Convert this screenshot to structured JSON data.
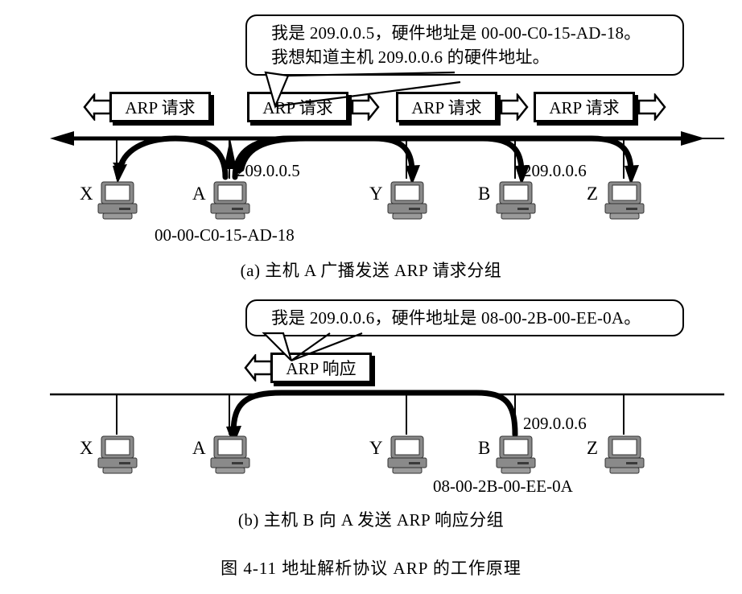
{
  "figure": {
    "title": "图 4-11    地址解析协议 ARP 的工作原理"
  },
  "panel_a": {
    "caption": "(a) 主机 A 广播发送 ARP 请求分组",
    "bubble": {
      "line1": "我是 209.0.0.5，硬件地址是 00-00-C0-15-AD-18。",
      "line2": "我想知道主机 209.0.0.6 的硬件地址。"
    },
    "packets": [
      {
        "label": "ARP 请求",
        "arrow": "left"
      },
      {
        "label": "ARP 请求",
        "arrow": "right"
      },
      {
        "label": "ARP 请求",
        "arrow": "right"
      },
      {
        "label": "ARP 请求",
        "arrow": "right"
      }
    ],
    "hosts": [
      {
        "name": "X",
        "ip": "",
        "mac": ""
      },
      {
        "name": "A",
        "ip": "209.0.0.5",
        "mac": "00-00-C0-15-AD-18"
      },
      {
        "name": "Y",
        "ip": "",
        "mac": ""
      },
      {
        "name": "B",
        "ip": "209.0.0.6",
        "mac": ""
      },
      {
        "name": "Z",
        "ip": "",
        "mac": ""
      }
    ]
  },
  "panel_b": {
    "caption": "(b) 主机 B 向 A 发送 ARP 响应分组",
    "bubble": {
      "line1": "我是 209.0.0.6，硬件地址是 08-00-2B-00-EE-0A。"
    },
    "packets": [
      {
        "label": "ARP 响应",
        "arrow": "left"
      }
    ],
    "hosts": [
      {
        "name": "X",
        "ip": "",
        "mac": ""
      },
      {
        "name": "A",
        "ip": "",
        "mac": ""
      },
      {
        "name": "Y",
        "ip": "",
        "mac": ""
      },
      {
        "name": "B",
        "ip": "209.0.0.6",
        "mac": "08-00-2B-00-EE-0A"
      },
      {
        "name": "Z",
        "ip": "",
        "mac": ""
      }
    ]
  },
  "colors": {
    "ink": "#000000",
    "paper": "#ffffff",
    "host_body": "#8a8a8a",
    "host_screen": "#ffffff"
  }
}
